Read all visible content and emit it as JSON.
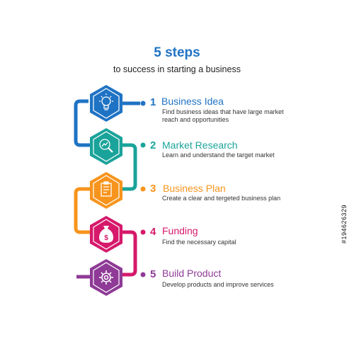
{
  "title": "5 steps",
  "subtitle": "to success in starting a business",
  "steps": [
    {
      "number": "1",
      "name": "Business Idea",
      "description": "Find business ideas that have large market reach and opportunities",
      "color": "#1f73c4",
      "icon": "lightbulb-icon"
    },
    {
      "number": "2",
      "name": "Market Research",
      "description": "Learn and understand the target market",
      "color": "#1aa39a",
      "icon": "magnifier-chart-icon"
    },
    {
      "number": "3",
      "name": "Business Plan",
      "description": "Create a clear and tergeted business plan",
      "color": "#f7941d",
      "icon": "clipboard-icon"
    },
    {
      "number": "4",
      "name": "Funding",
      "description": "Find the necessary capital",
      "color": "#d6196b",
      "icon": "money-bag-icon"
    },
    {
      "number": "5",
      "name": "Build Product",
      "description": "Develop products and improve services",
      "color": "#8e3a96",
      "icon": "gear-icon"
    }
  ],
  "watermark": "#194626329"
}
